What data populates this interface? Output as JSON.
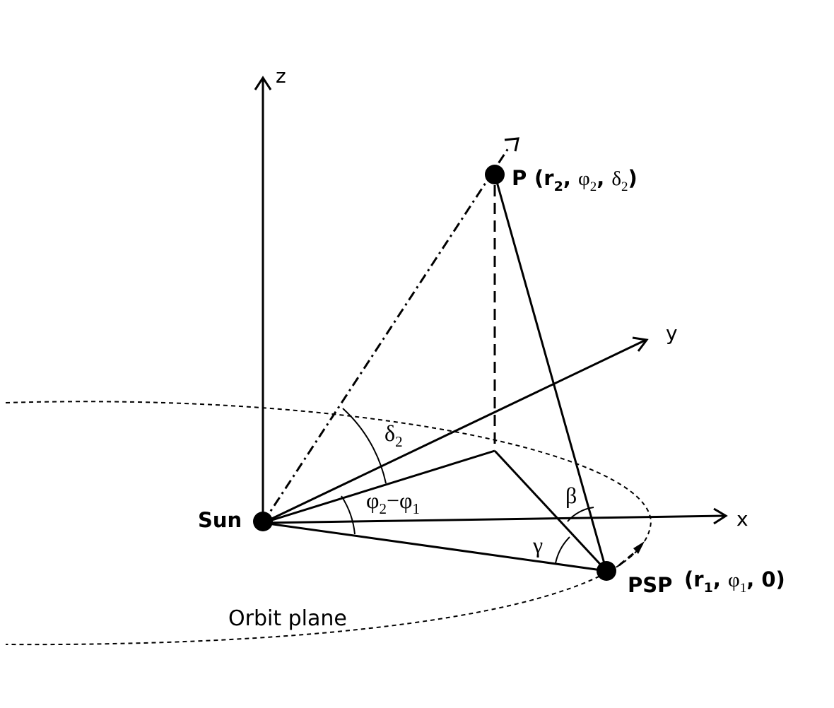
{
  "axes": {
    "x": "x",
    "y": "y",
    "z": "z"
  },
  "points": {
    "sun": {
      "label": "Sun"
    },
    "psp": {
      "label": "PSP",
      "coords": {
        "r": "r",
        "r_sub": "1",
        "phi": "φ",
        "phi_sub": "1",
        "third": "0"
      }
    },
    "p": {
      "label": "P",
      "coords": {
        "r": "r",
        "r_sub": "2",
        "phi": "φ",
        "phi_sub": "2",
        "delta": "δ",
        "delta_sub": "2"
      }
    }
  },
  "angles": {
    "delta2": {
      "sym": "δ",
      "sub": "2"
    },
    "phi_diff": {
      "phi_a": "φ",
      "sub_a": "2",
      "minus": "−",
      "phi_b": "φ",
      "sub_b": "1"
    },
    "beta": "β",
    "gamma": "γ"
  },
  "orbit_plane_label": "Orbit plane"
}
